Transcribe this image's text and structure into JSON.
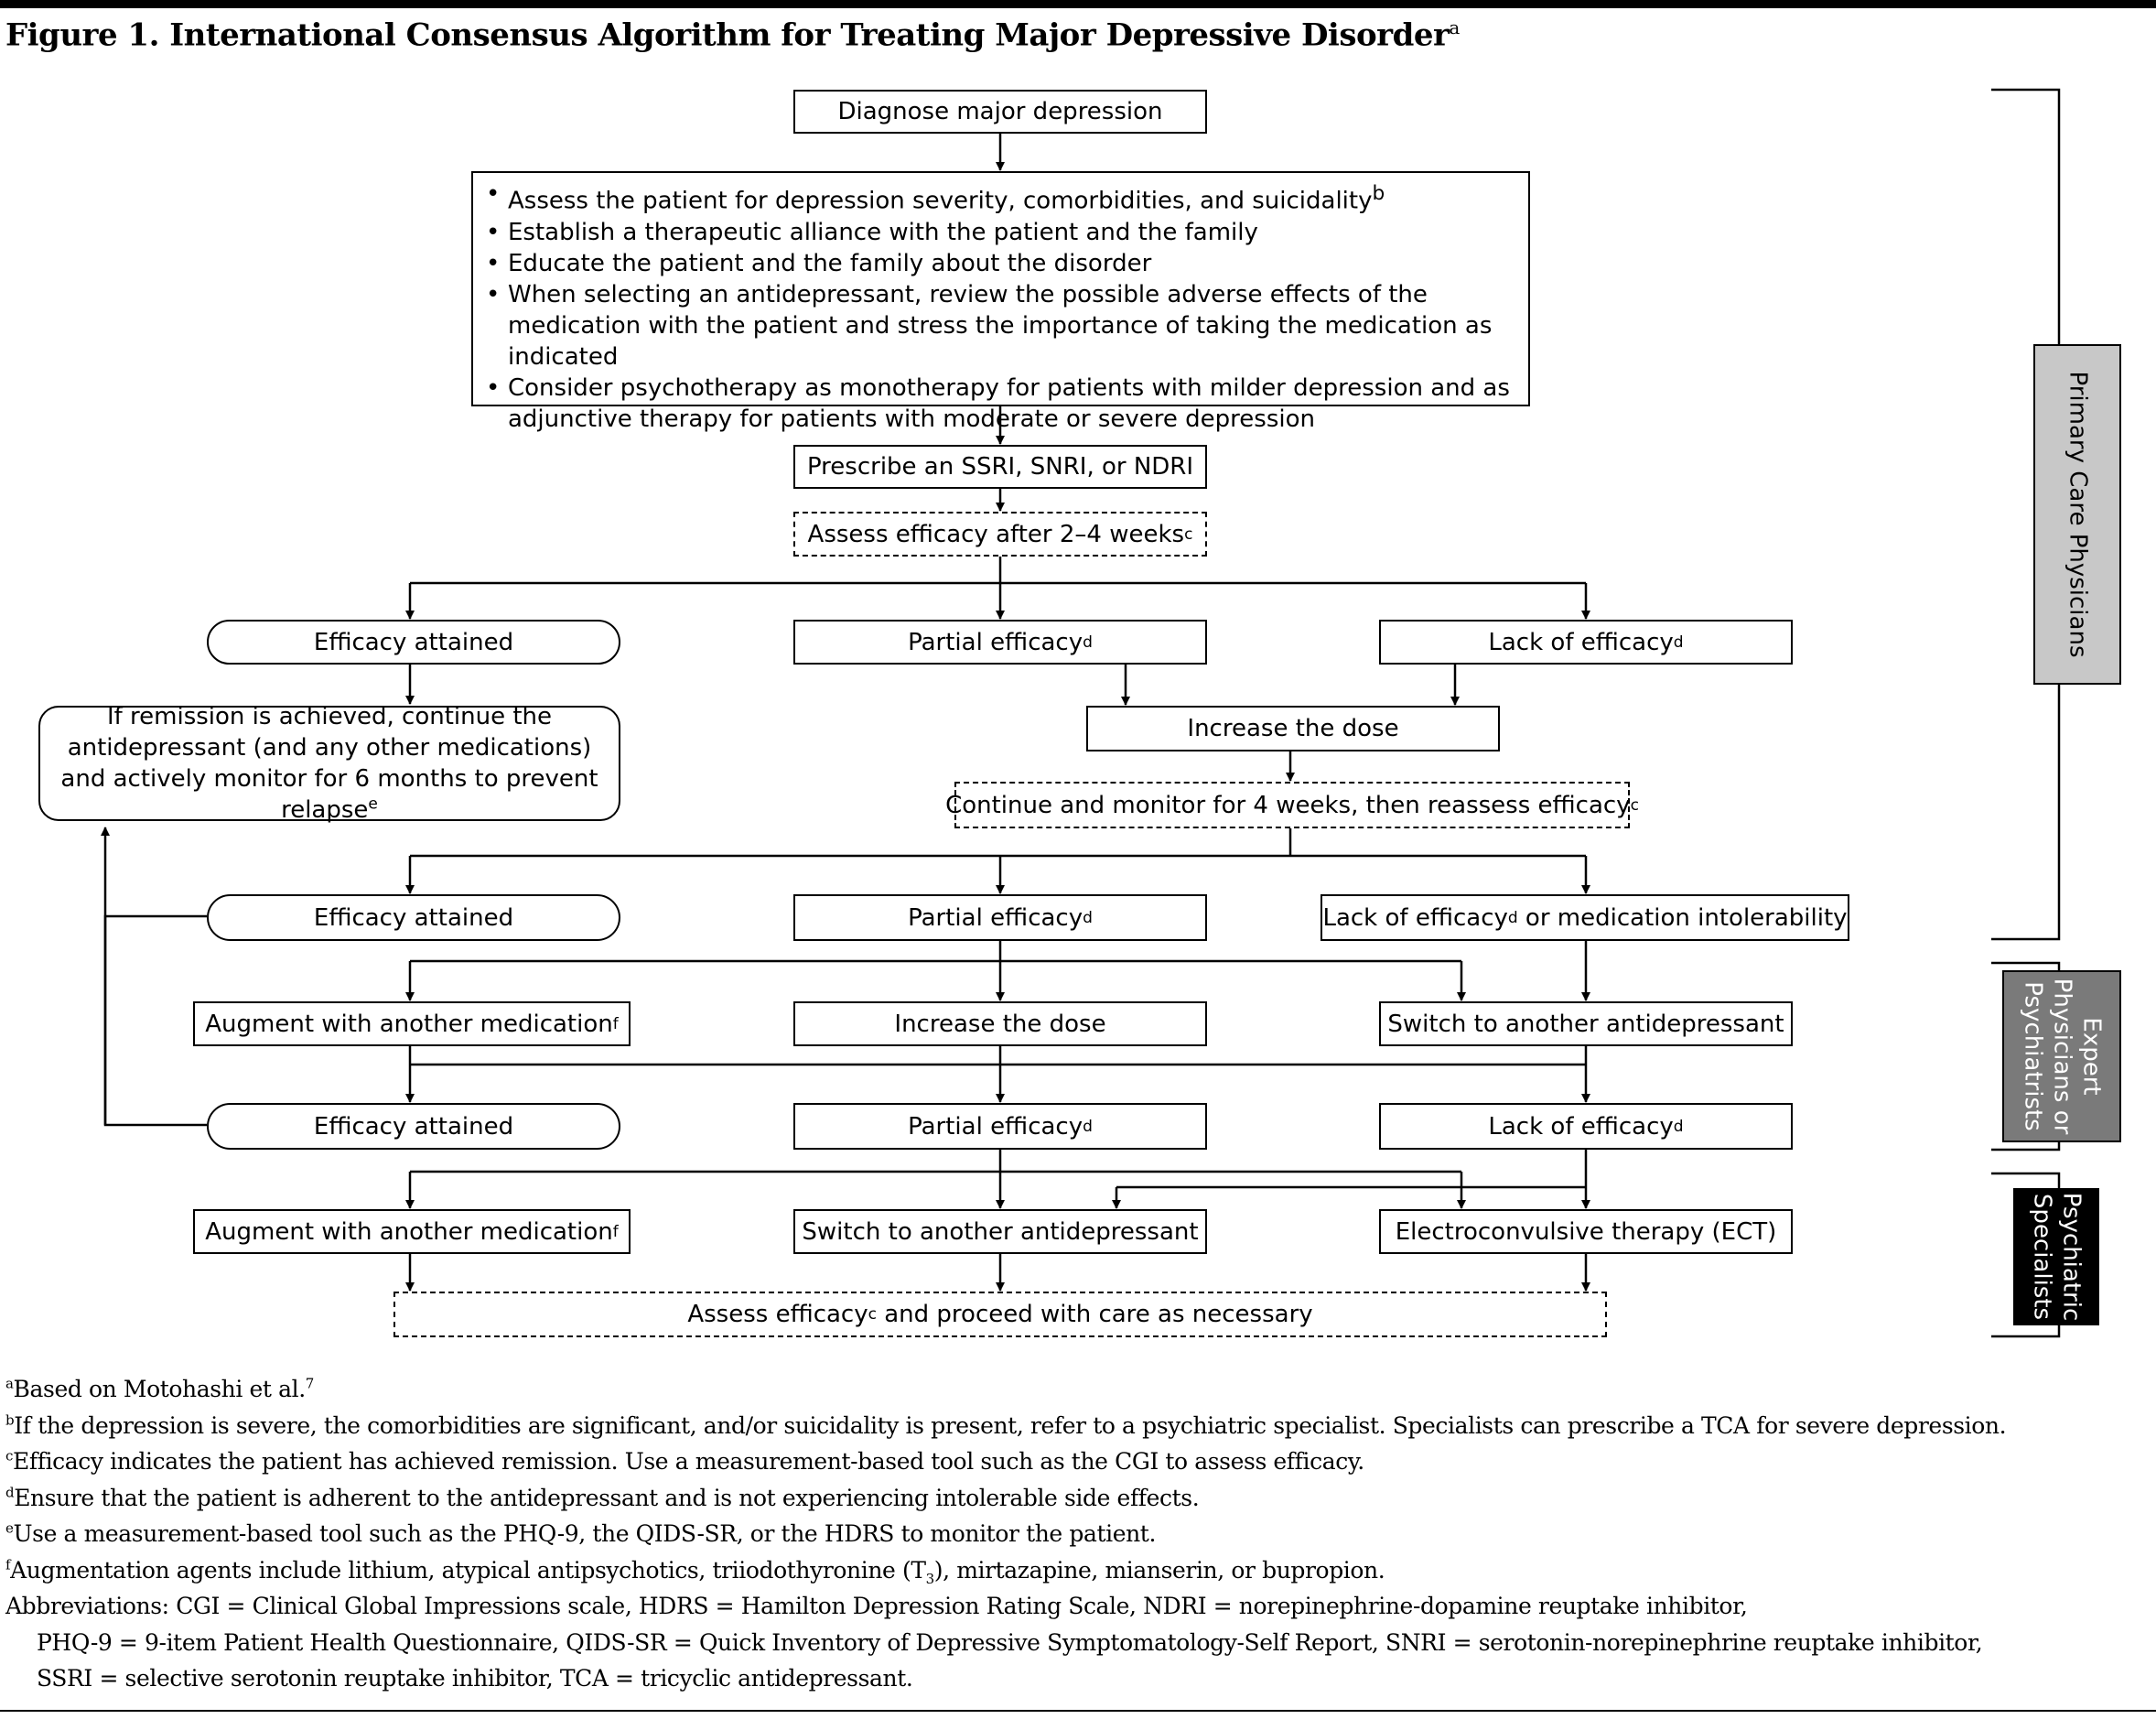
{
  "title": {
    "text": "Figure 1. International Consensus Algorithm for Treating Major Depressive Disorder",
    "sup": "a"
  },
  "nodes": {
    "diagnose": "Diagnose major depression",
    "assess_list": [
      {
        "text": "Assess the patient for depression severity, comorbidities, and suicidality",
        "sup": "b"
      },
      {
        "text": "Establish a therapeutic alliance with the patient and the family",
        "sup": ""
      },
      {
        "text": "Educate the patient and the family about the disorder",
        "sup": ""
      },
      {
        "text": "When selecting an antidepressant, review the possible adverse effects of the medication with the patient and stress the importance of taking the medication as indicated",
        "sup": ""
      },
      {
        "text": "Consider psychotherapy as monotherapy for patients with milder depression and as adjunctive therapy for patients with moderate or severe depression",
        "sup": ""
      }
    ],
    "prescribe": "Prescribe an SSRI, SNRI, or NDRI",
    "assess_24": {
      "text": "Assess efficacy after 2–4 weeks",
      "sup": "c"
    },
    "efficacy_attained": "Efficacy attained",
    "partial_efficacy": {
      "text": "Partial efficacy",
      "sup": "d"
    },
    "lack_efficacy": {
      "text": "Lack of efficacy",
      "sup": "d"
    },
    "increase_dose": "Increase the dose",
    "remission": {
      "text": "If remission is achieved, continue the antidepressant (and any other medications) and actively monitor for 6 months to prevent relapse",
      "sup": "e"
    },
    "continue_monitor": {
      "text": "Continue and monitor for 4 weeks, then reassess efficacy",
      "sup": "c"
    },
    "lack_intolerability": {
      "pre": "Lack of efficacy",
      "sup": "d",
      "post": " or medication intolerability"
    },
    "augment": {
      "text": "Augment with another medication",
      "sup": "f"
    },
    "switch": "Switch to another antidepressant",
    "ect": "Electroconvulsive therapy (ECT)",
    "final_assess": {
      "pre": "Assess efficacy",
      "sup": "c",
      "post": " and proceed with care as necessary"
    }
  },
  "side_labels": {
    "primary": "Primary Care Physicians",
    "expert": "Expert\nPhysicians or\nPsychiatrists",
    "psychiatric": "Psychiatric\nSpecialists"
  },
  "colors": {
    "primary_bg": "#c8c8c8",
    "expert_bg": "#7a7a7a",
    "psychiatric_bg": "#000000"
  },
  "footnotes": [
    {
      "mark": "a",
      "text": "Based on Motohashi et al.",
      "ref": "7"
    },
    {
      "mark": "b",
      "text": "If the depression is severe, the comorbidities are significant, and/or suicidality is present, refer to a psychiatric specialist. Specialists can prescribe a TCA for severe depression."
    },
    {
      "mark": "c",
      "text": "Efficacy indicates the patient has achieved remission. Use a measurement-based tool such as the CGI to assess efficacy."
    },
    {
      "mark": "d",
      "text": "Ensure that the patient is adherent to the antidepressant and is not experiencing intolerable side effects."
    },
    {
      "mark": "e",
      "text": "Use a measurement-based tool such as the PHQ-9, the QIDS-SR, or the HDRS to monitor the patient."
    },
    {
      "mark": "f",
      "pre": "Augmentation agents include lithium, atypical antipsychotics, triiodothyronine (T",
      "sub": "3",
      "post": "), mirtazapine, mianserin, or bupropion."
    }
  ],
  "abbreviations": [
    "Abbreviations: CGI = Clinical Global Impressions scale, HDRS = Hamilton Depression Rating Scale, NDRI = norepinephrine-dopamine reuptake inhibitor,",
    "PHQ-9 = 9-item Patient Health Questionnaire, QIDS-SR = Quick Inventory of Depressive Symptomatology-Self Report, SNRI = serotonin-norepinephrine reuptake inhibitor,",
    "SSRI = selective serotonin reuptake inhibitor, TCA = tricyclic antidepressant."
  ]
}
